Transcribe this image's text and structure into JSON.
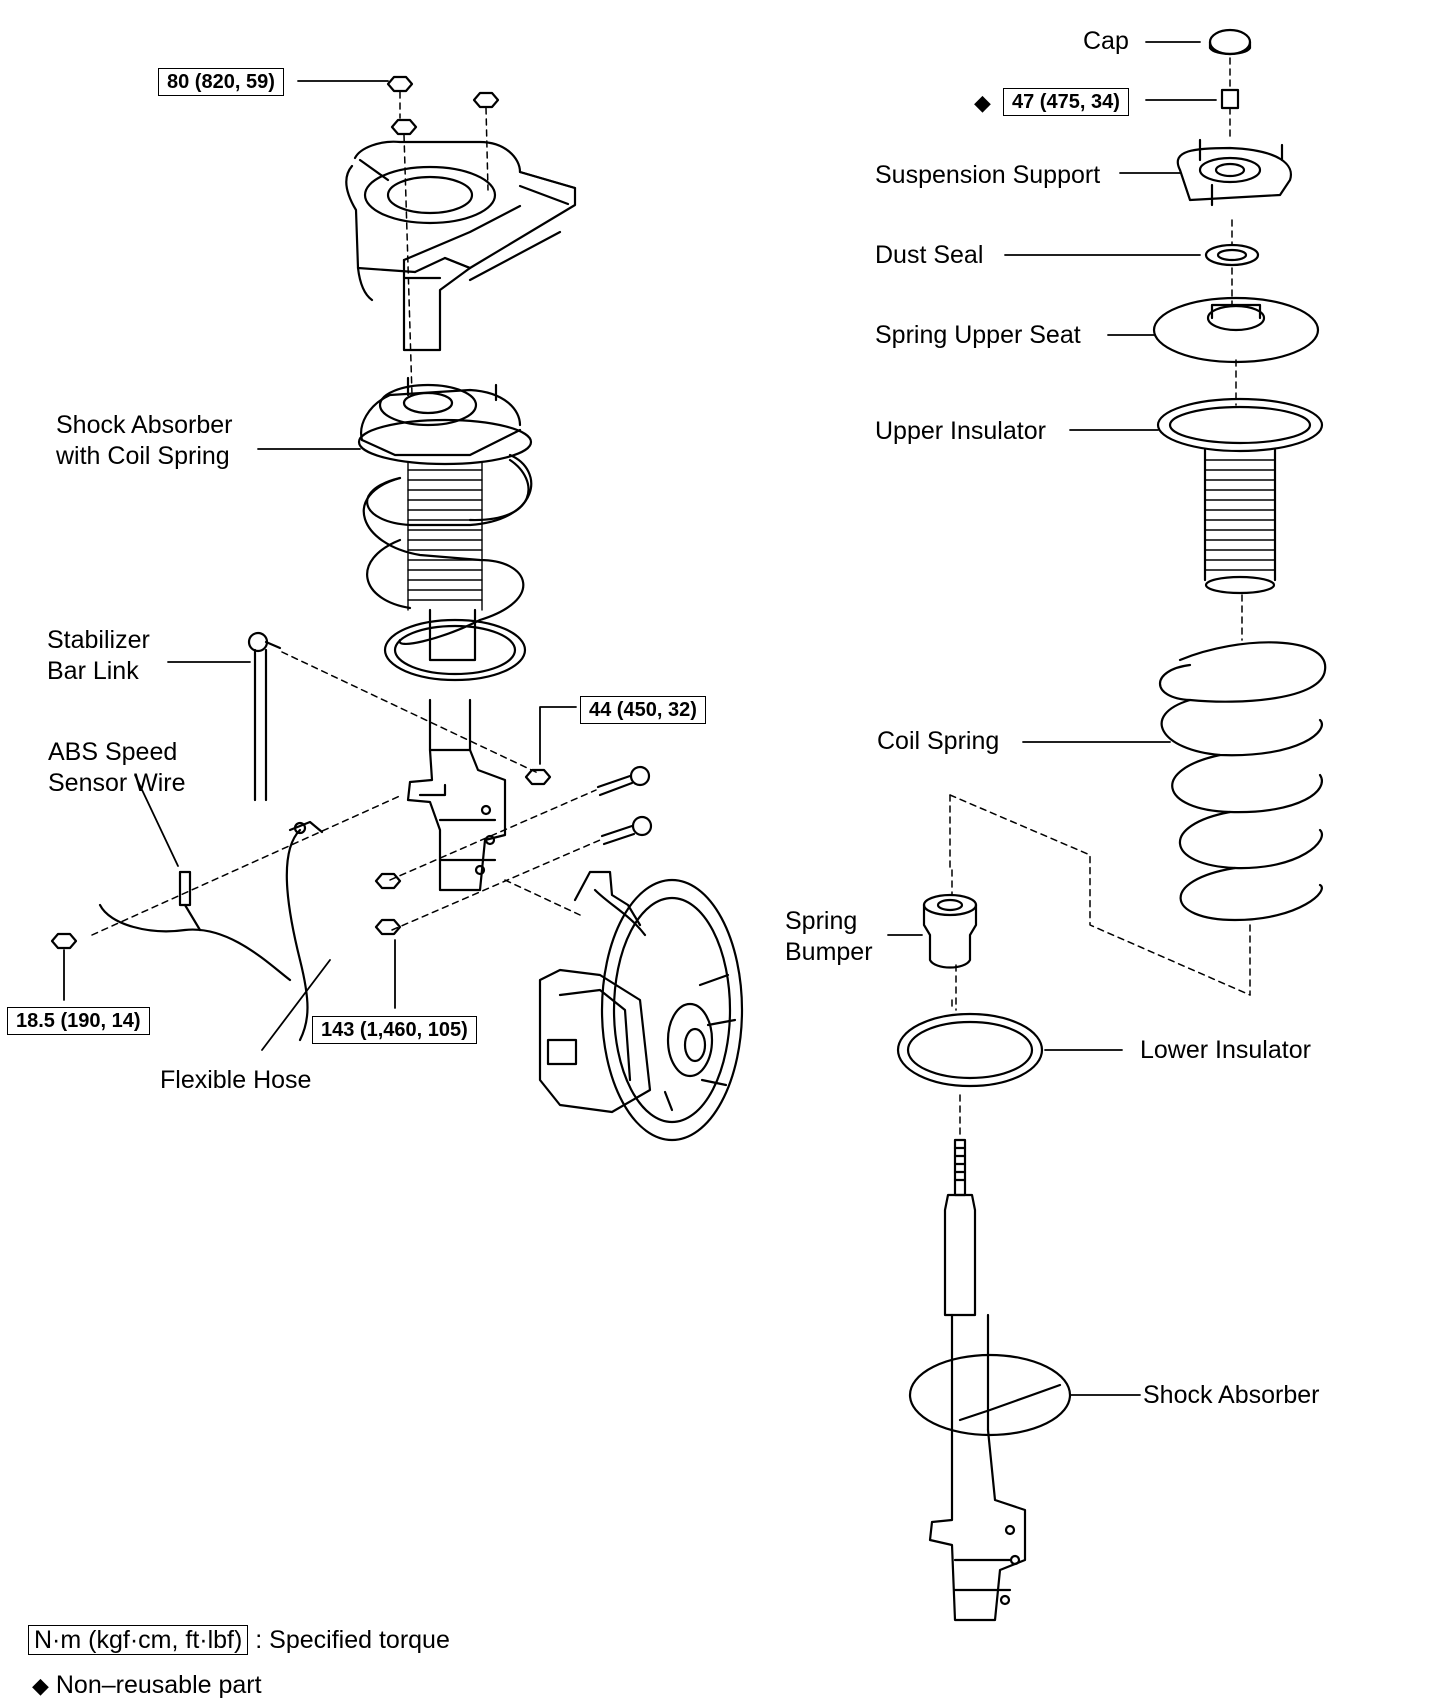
{
  "labels": {
    "cap": "Cap",
    "suspension_support": "Suspension Support",
    "dust_seal": "Dust Seal",
    "spring_upper_seat": "Spring Upper Seat",
    "upper_insulator": "Upper Insulator",
    "coil_spring": "Coil Spring",
    "spring_bumper": "Spring\nBumper",
    "lower_insulator": "Lower Insulator",
    "shock_absorber": "Shock Absorber",
    "shock_absorber_with_coil_spring": "Shock Absorber\nwith Coil Spring",
    "stabilizer_bar_link": "Stabilizer\nBar Link",
    "abs_speed_sensor_wire": "ABS Speed\nSensor Wire",
    "flexible_hose": "Flexible Hose"
  },
  "torques": {
    "strut_mount_nuts": "80 (820, 59)",
    "piston_rod_nut": "47 (475, 34)",
    "stabilizer_link_nut": "44 (450, 32)",
    "sensor_bracket_bolt": "18.5 (190, 14)",
    "knuckle_bolts": "143 (1,460, 105)"
  },
  "legend": {
    "unit_box": "N·m (kgf·cm, ft·lbf)",
    "unit_text": ": Specified torque",
    "diamond": "◆",
    "nonreusable_text": "Non–reusable part"
  }
}
